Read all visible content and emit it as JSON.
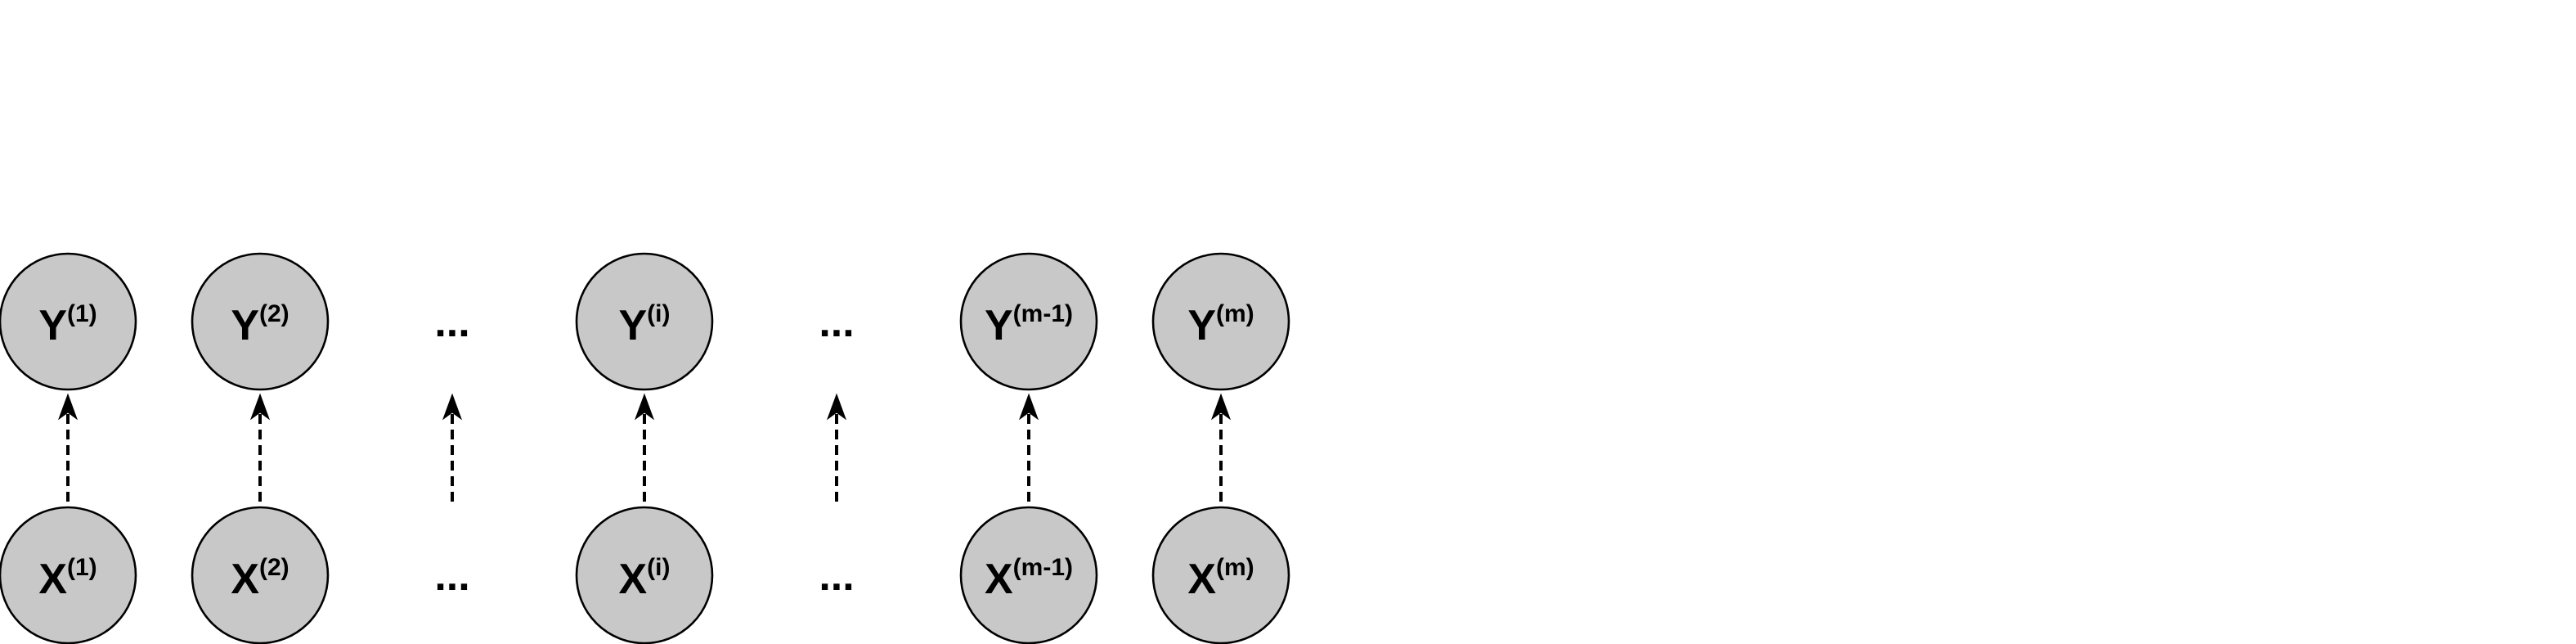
{
  "diagram": {
    "top_row": [
      {
        "base": "Y",
        "sup": "(1)"
      },
      {
        "base": "Y",
        "sup": "(2)"
      },
      {
        "ellipsis": "..."
      },
      {
        "base": "Y",
        "sup": "(i)"
      },
      {
        "ellipsis": "..."
      },
      {
        "base": "Y",
        "sup": "(m-1)"
      },
      {
        "base": "Y",
        "sup": "(m)"
      }
    ],
    "bottom_row": [
      {
        "base": "X",
        "sup": "(1)"
      },
      {
        "base": "X",
        "sup": "(2)"
      },
      {
        "ellipsis": "..."
      },
      {
        "base": "X",
        "sup": "(i)"
      },
      {
        "ellipsis": "..."
      },
      {
        "base": "X",
        "sup": "(m-1)"
      },
      {
        "base": "X",
        "sup": "(m)"
      }
    ],
    "colors": {
      "node_fill": "#c8c8c8",
      "node_stroke": "#000000",
      "edge": "#000000"
    }
  }
}
